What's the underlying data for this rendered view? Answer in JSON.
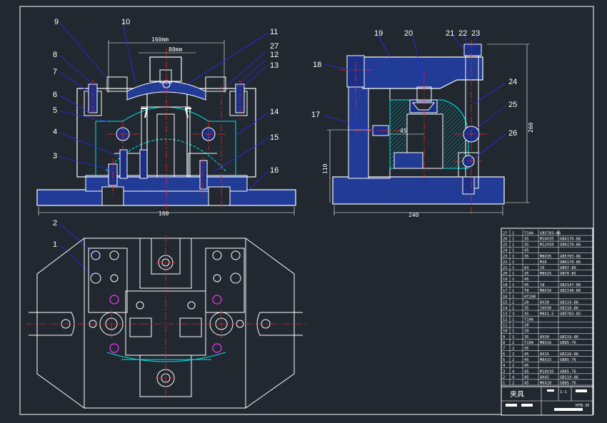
{
  "drawing": {
    "view_front": {
      "labels": [
        "1",
        "2",
        "3",
        "4",
        "5",
        "6",
        "7",
        "8",
        "9",
        "10",
        "11",
        "12",
        "13",
        "14",
        "15",
        "16",
        "27"
      ],
      "dims": {
        "top_outer": "160mm",
        "top_inner": "80mm",
        "bottom": "160"
      }
    },
    "view_side": {
      "labels": [
        "17",
        "18",
        "19",
        "20",
        "21",
        "22",
        "23",
        "24",
        "25",
        "26"
      ],
      "dims": {
        "height": "260",
        "left_height": "110",
        "bottom": "240",
        "inner": "45"
      }
    }
  },
  "bom": {
    "rows": [
      {
        "no": "27",
        "qty": "1",
        "mat": "T10A",
        "std": "GB5783-86"
      },
      {
        "no": "26",
        "qty": "1",
        "mat": "35",
        "std": "M10X35",
        "std2": "GB6170-86"
      },
      {
        "no": "25",
        "qty": "1",
        "mat": "35",
        "std": "M12X50",
        "std2": "GB6170-86"
      },
      {
        "no": "24",
        "qty": "1",
        "mat": "45",
        "std": ""
      },
      {
        "no": "23",
        "qty": "1",
        "mat": "35",
        "std": "M8X35",
        "std2": "GB5783-86"
      },
      {
        "no": "22",
        "qty": "1",
        "mat": "",
        "std": "M16",
        "std2": "GB6170-86"
      },
      {
        "no": "21",
        "qty": "1",
        "mat": "A3",
        "std": "16",
        "std2": "GB97-86"
      },
      {
        "no": "20",
        "qty": "1",
        "mat": "35",
        "std": "M8X25",
        "std2": "GB70-85"
      },
      {
        "no": "19",
        "qty": "1",
        "mat": "45",
        "std": ""
      },
      {
        "no": "18",
        "qty": "1",
        "mat": "45",
        "std": "18",
        "std2": "GB2147-80"
      },
      {
        "no": "17",
        "qty": "1",
        "mat": "T8",
        "std": "M8X16",
        "std2": "GB2148-80"
      },
      {
        "no": "16",
        "qty": "1",
        "mat": "HT200",
        "std": ""
      },
      {
        "no": "15",
        "qty": "2",
        "mat": "20",
        "std": "8X30",
        "std2": "GB119-86"
      },
      {
        "no": "14",
        "qty": "1",
        "mat": "35",
        "std": "10X30",
        "std2": "GB118-86"
      },
      {
        "no": "13",
        "qty": "3",
        "mat": "45",
        "std": "M8X1.5",
        "std2": "GB5783-85"
      },
      {
        "no": "12",
        "qty": "1",
        "mat": "T10A",
        "std": ""
      },
      {
        "no": "11",
        "qty": "1",
        "mat": "20",
        "std": ""
      },
      {
        "no": "10",
        "qty": "1",
        "mat": "20",
        "std": ""
      },
      {
        "no": "9",
        "qty": "1",
        "mat": "35",
        "std": "8X30",
        "std2": "GB119-86"
      },
      {
        "no": "8",
        "qty": "2",
        "mat": "T10A",
        "std": "M8X16",
        "std2": "GB85-76"
      },
      {
        "no": "7",
        "qty": "2",
        "mat": "35",
        "std": ""
      },
      {
        "no": "6",
        "qty": "2",
        "mat": "45",
        "std": "8X15",
        "std2": "GB119-86"
      },
      {
        "no": "5",
        "qty": "2",
        "mat": "45",
        "std": "M8X15",
        "std2": "GB85-76"
      },
      {
        "no": "4",
        "qty": "2",
        "mat": "45",
        "std": ""
      },
      {
        "no": "3",
        "qty": "4",
        "mat": "45",
        "std": "M10X35",
        "std2": "GB85-76"
      },
      {
        "no": "2",
        "qty": "4",
        "mat": "45",
        "std": "8X45",
        "std2": "GB119-86"
      },
      {
        "no": "1",
        "qty": "2",
        "mat": "45",
        "std": "M6X20",
        "std2": "GB85-76"
      }
    ],
    "title_name": "夹具",
    "scale": "1:1",
    "drawing_no": "HTB-35"
  },
  "colors": {
    "background": "#212830",
    "outline": "#ffffff",
    "hatch_blue": "#1e3a8c",
    "center_red": "#ff2020",
    "leader_blue": "#2a2aff",
    "cyan": "#00e5e5",
    "magenta": "#ff33ff"
  }
}
